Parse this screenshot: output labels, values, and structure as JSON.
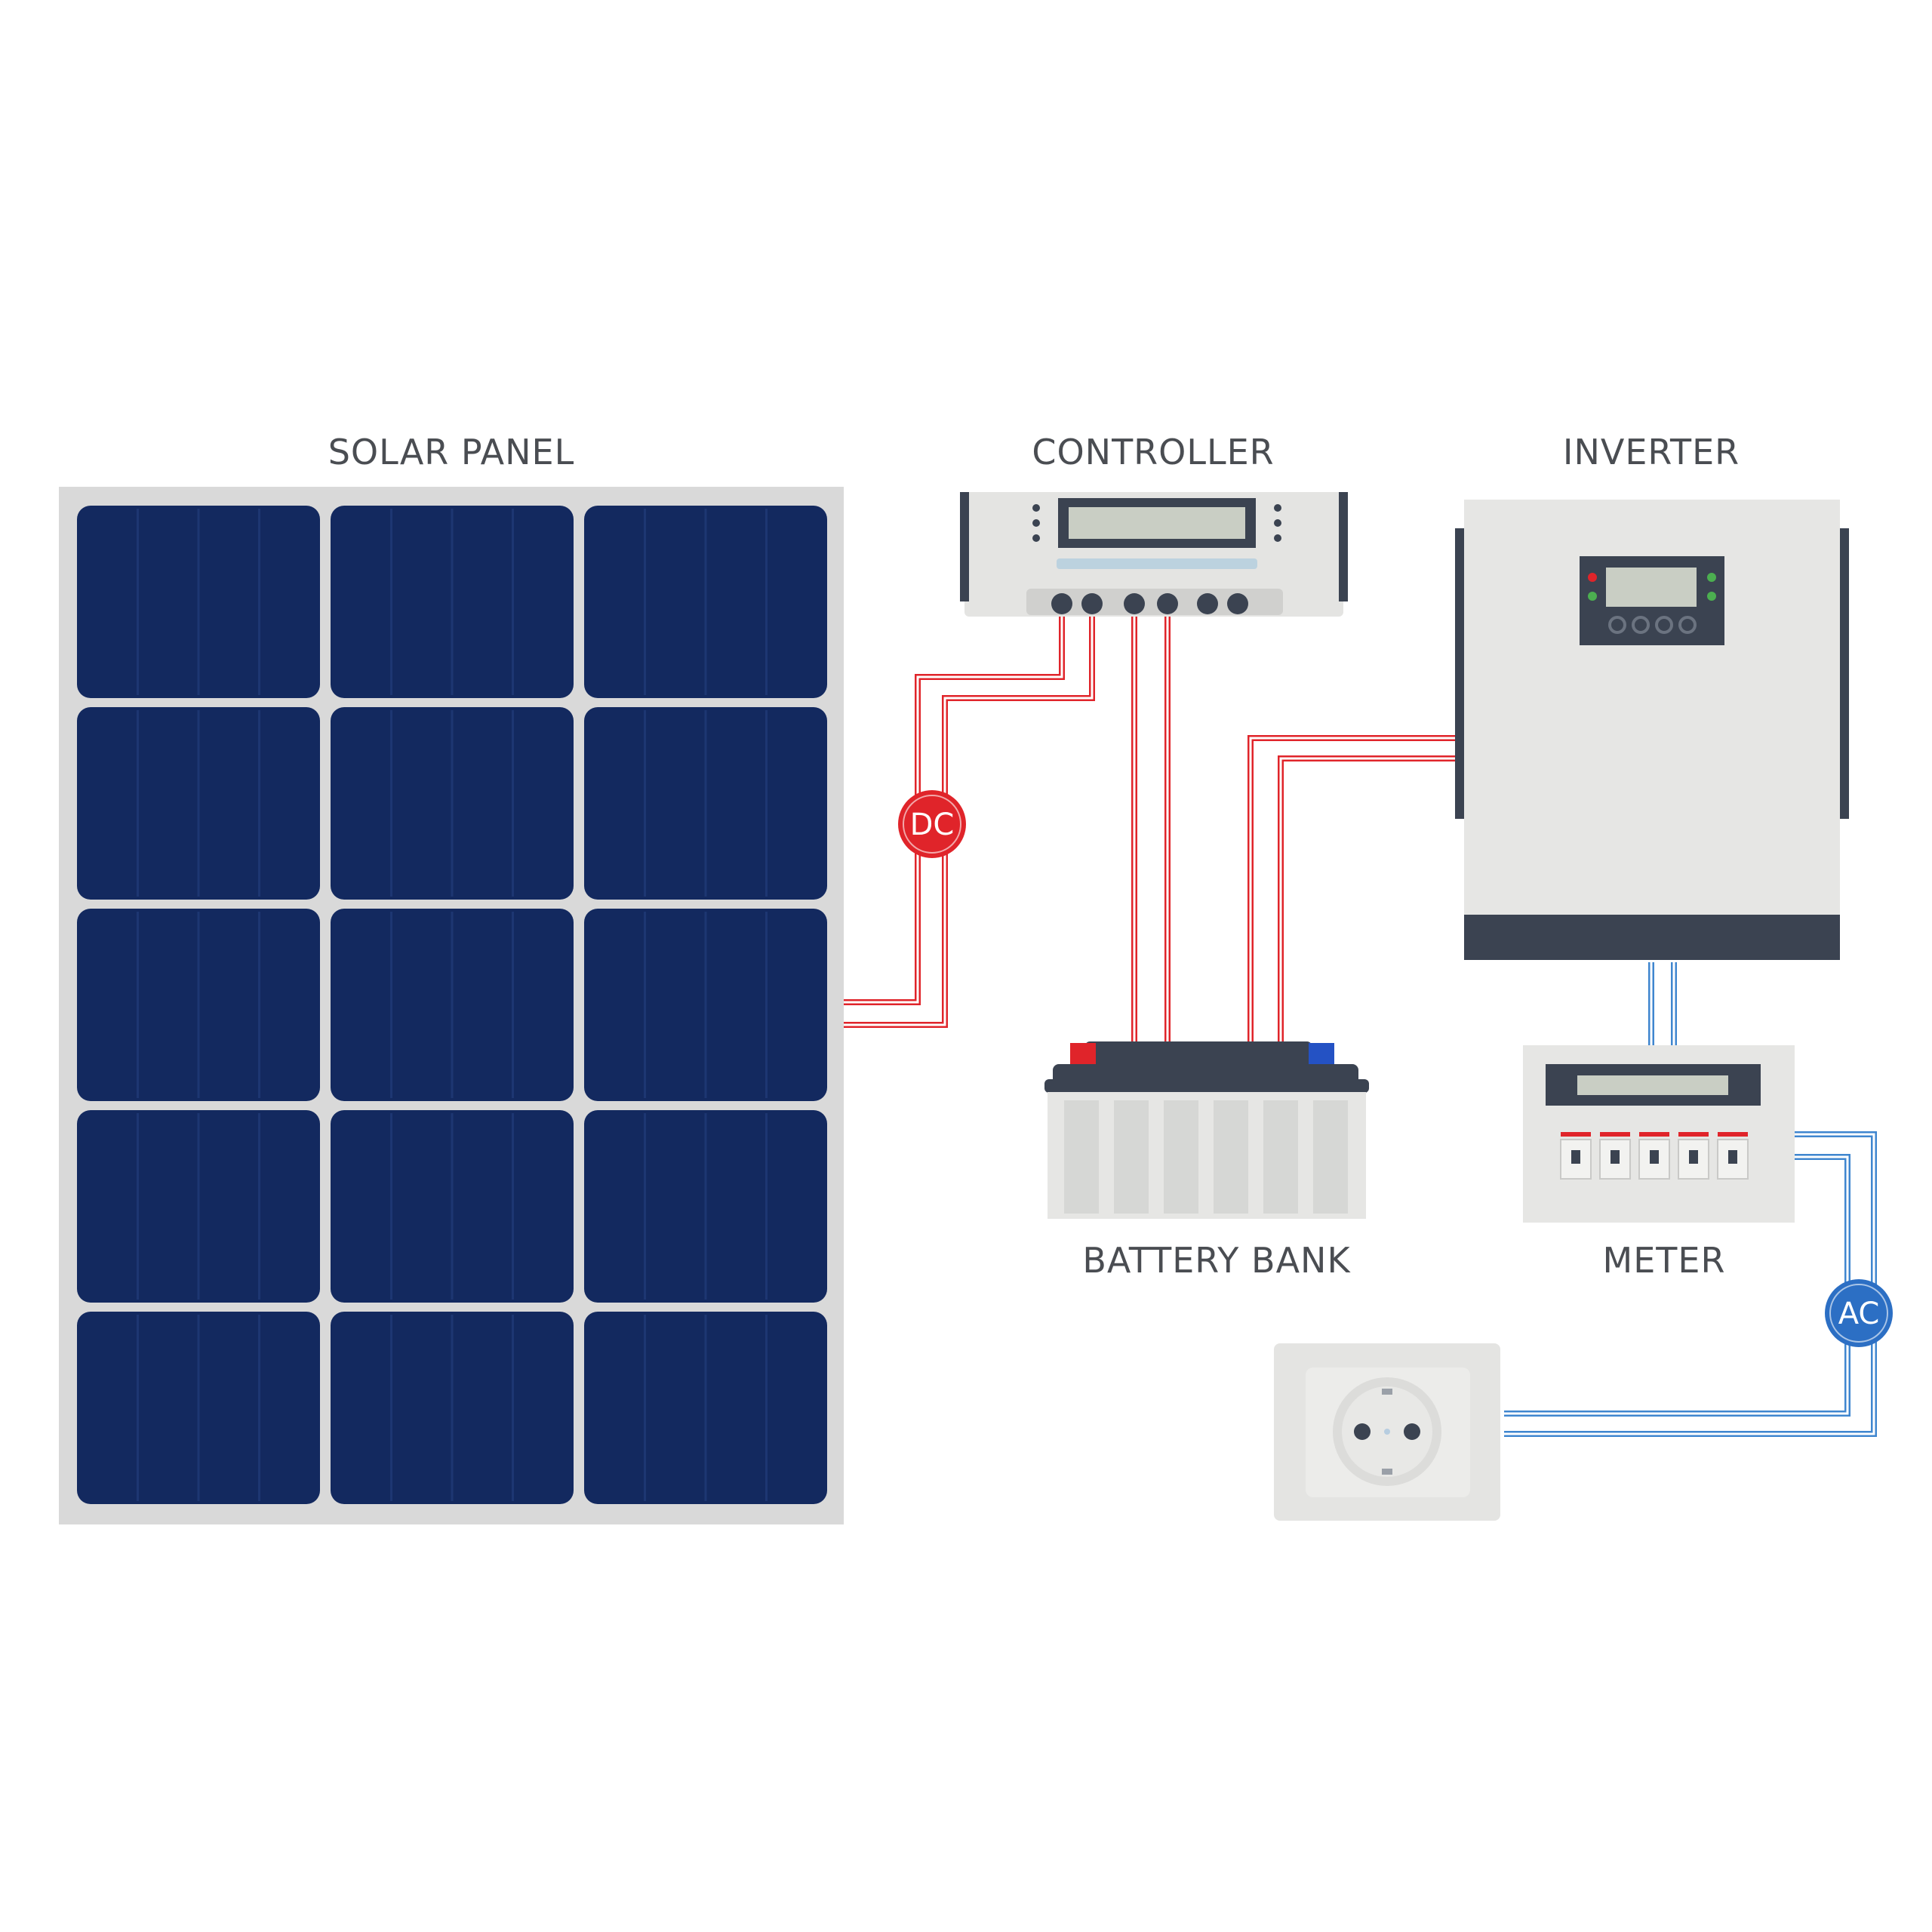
{
  "labels": {
    "solar_panel": "SOLAR PANEL",
    "controller": "CONTROLLER",
    "inverter": "INVERTER",
    "battery_bank": "BATTERY BANK",
    "meter": "METER"
  },
  "badges": {
    "dc": "DC",
    "ac": "AC"
  },
  "colors": {
    "panel_cell": "#13295f",
    "panel_frame": "#d9d9d9",
    "dc_wire": "#e0242a",
    "ac_wire": "#3f86cf",
    "device_body": "#e6e6e4",
    "device_dark": "#3b4351",
    "display": "#c9cec4"
  },
  "icons": {
    "solar_panel": "solar-panel-icon",
    "controller": "charge-controller-icon",
    "inverter": "inverter-icon",
    "battery": "battery-icon",
    "meter": "meter-breaker-icon",
    "socket": "power-socket-icon"
  }
}
